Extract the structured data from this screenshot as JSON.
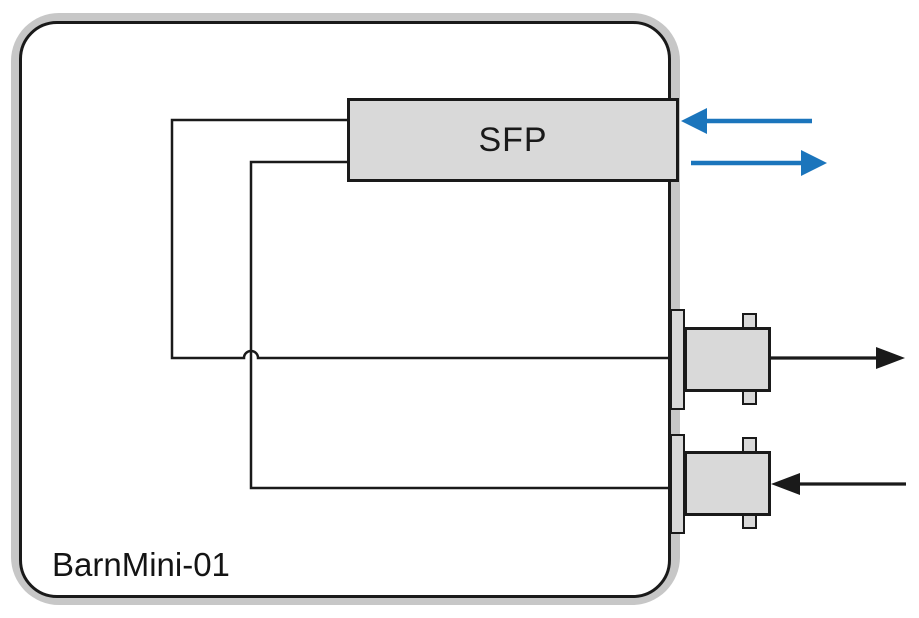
{
  "device": {
    "name": "BarnMini-01"
  },
  "sfp": {
    "label": "SFP"
  },
  "colors": {
    "optical_blue": "#1B75BC",
    "ink": "#1A1A1A",
    "component_fill": "#D9D9D9",
    "chassis_shadow": "#C7C7C7",
    "background": "#FFFFFF"
  },
  "icons": {
    "fiber_in_arrow": "blue arrow pointing left into SFP",
    "fiber_out_arrow": "blue arrow pointing right out of SFP",
    "bnc_out_arrow": "black arrow pointing right out of top BNC connector",
    "bnc_in_arrow": "black arrow pointing left into bottom BNC connector"
  }
}
